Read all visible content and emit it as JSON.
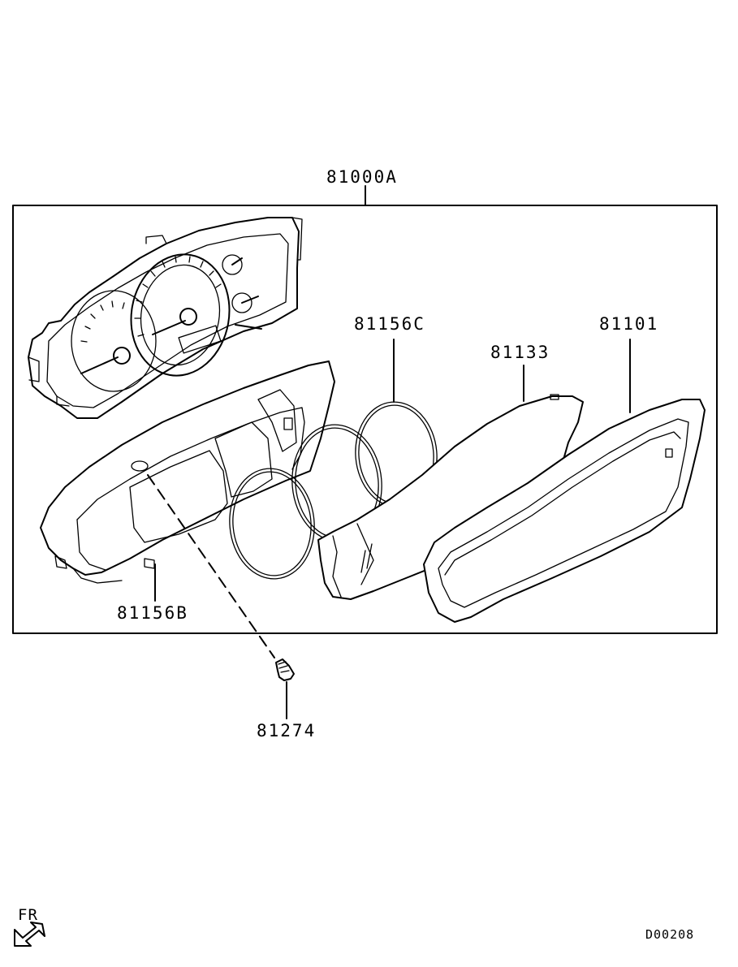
{
  "diagram": {
    "labels": {
      "assembly": "81000A",
      "gasket_c": "81156C",
      "plate": "81133",
      "lens": "81101",
      "gasket_b": "81156B",
      "screw": "81274"
    },
    "direction_marker": "FR",
    "drawing_code": "D00208"
  }
}
